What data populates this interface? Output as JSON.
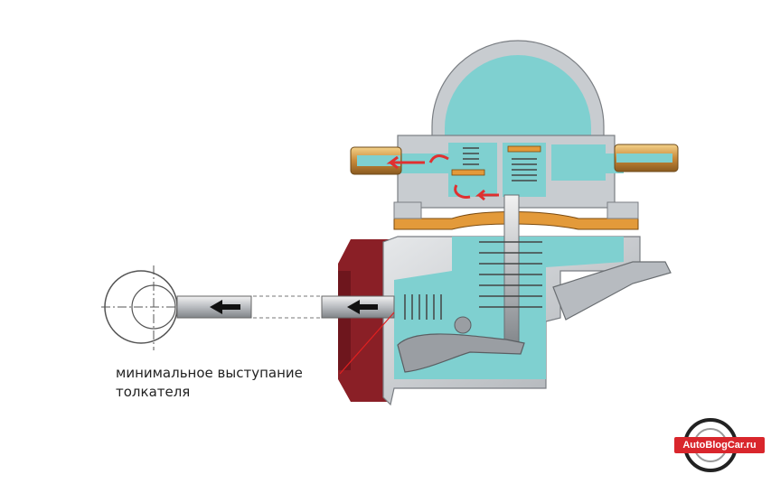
{
  "callout": {
    "line1": "минимальное выступание",
    "line2": "толкателя"
  },
  "watermark": {
    "text": "AutoBlogCar.ru"
  },
  "colors": {
    "fuel": "#7fd0d0",
    "metal": "#c8ccd0",
    "gasket": "#e39a3a",
    "mount": "#8a1f26",
    "arrow_fuel": "#e03030",
    "brass": "#c98a3a",
    "pointer": "#e02020"
  }
}
